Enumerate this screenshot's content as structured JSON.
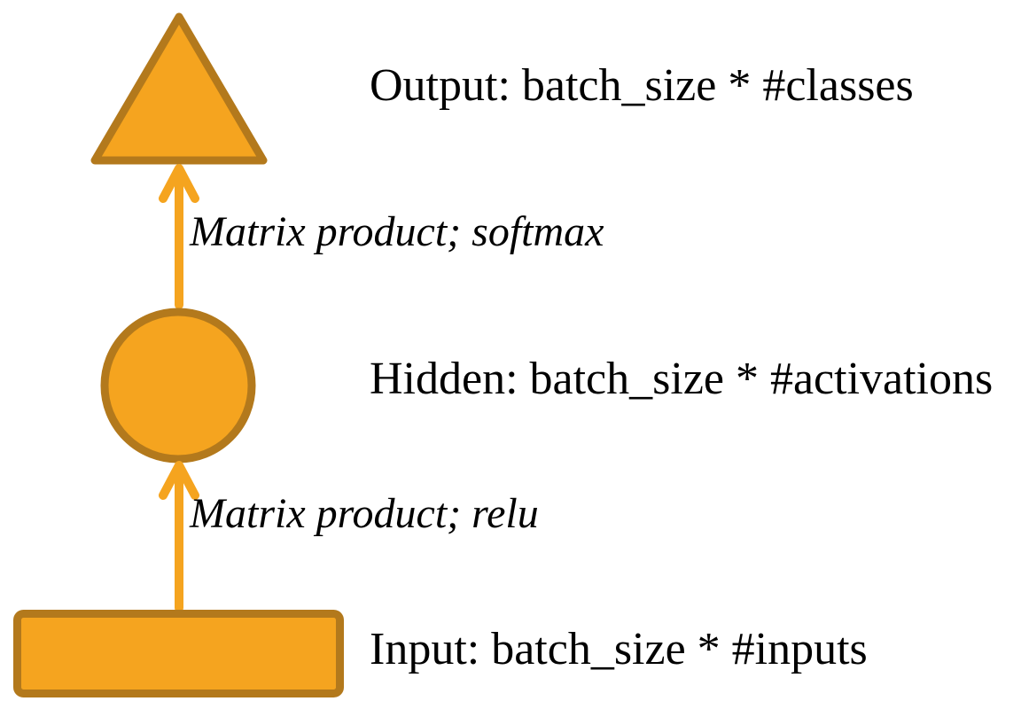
{
  "colors": {
    "shape_fill": "#F5A41F",
    "shape_border": "#B3791C",
    "arrow": "#F5A41F",
    "text": "#000000",
    "background": "#FFFFFF"
  },
  "nodes": {
    "output": {
      "shape": "triangle",
      "label": "Output: batch_size * #classes"
    },
    "hidden": {
      "shape": "circle",
      "label": "Hidden: batch_size * #activations"
    },
    "input": {
      "shape": "rectangle",
      "label": "Input: batch_size * #inputs"
    }
  },
  "edges": {
    "hidden_to_output": {
      "label": "Matrix product; softmax"
    },
    "input_to_hidden": {
      "label": "Matrix product; relu"
    }
  }
}
